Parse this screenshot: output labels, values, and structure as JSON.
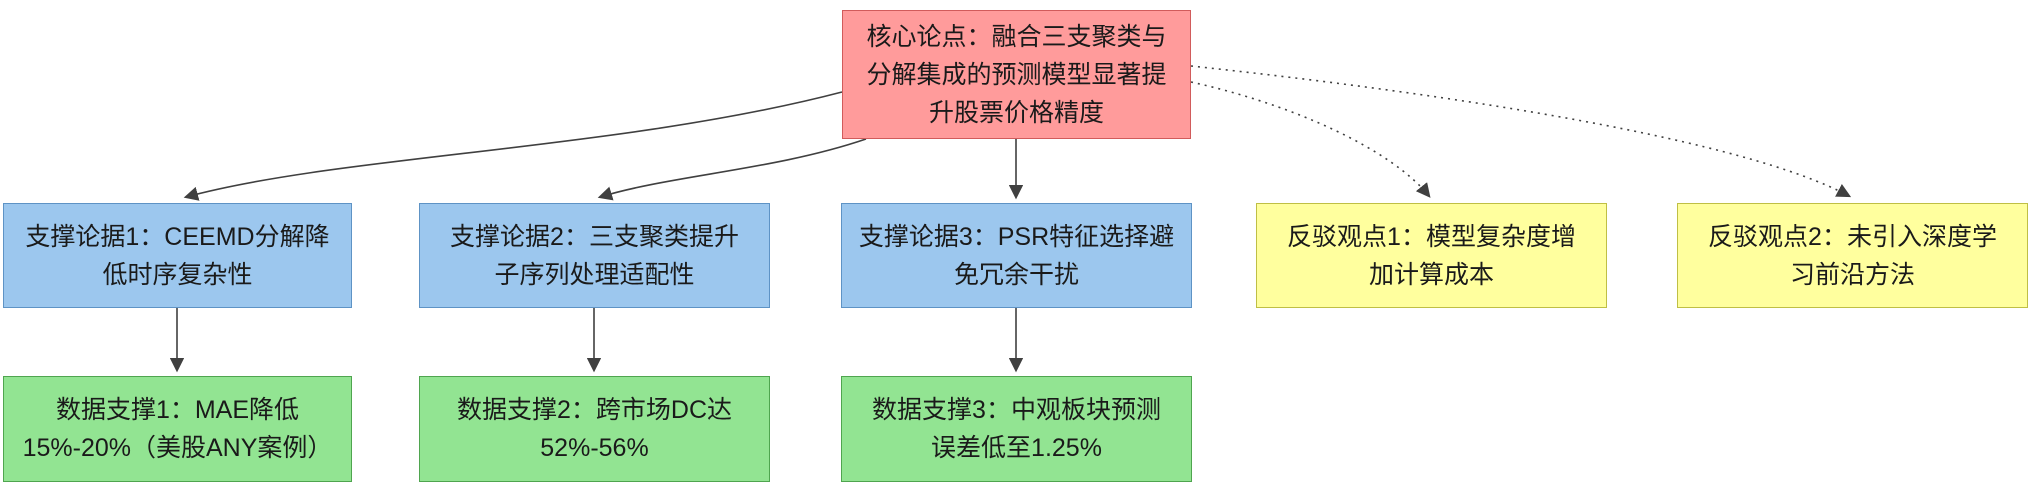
{
  "diagram": {
    "type": "argument-flowchart",
    "background": "#ffffff",
    "nodes": {
      "core": {
        "label": "核心论点：融合三支聚类与\n分解集成的预测模型显著提\n升股票价格精度",
        "fill": "#ff9b9b",
        "border": "#d15b5b"
      },
      "support1": {
        "label": "支撑论据1：CEEMD分解降\n低时序复杂性",
        "fill": "#9cc7ee",
        "border": "#5e93c5"
      },
      "support2": {
        "label": "支撑论据2：三支聚类提升\n子序列处理适配性",
        "fill": "#9cc7ee",
        "border": "#5e93c5"
      },
      "support3": {
        "label": "支撑论据3：PSR特征选择避\n免冗余干扰",
        "fill": "#9cc7ee",
        "border": "#5e93c5"
      },
      "rebuttal1": {
        "label": "反驳观点1：模型复杂度增\n加计算成本",
        "fill": "#ffff9e",
        "border": "#bfbf45"
      },
      "rebuttal2": {
        "label": "反驳观点2：未引入深度学\n习前沿方法",
        "fill": "#ffff9e",
        "border": "#bfbf45"
      },
      "data1": {
        "label": "数据支撑1：MAE降低\n15%-20%（美股ANY案例）",
        "fill": "#92e492",
        "border": "#4fa54f"
      },
      "data2": {
        "label": "数据支撑2：跨市场DC达\n52%-56%",
        "fill": "#92e492",
        "border": "#4fa54f"
      },
      "data3": {
        "label": "数据支撑3：中观板块预测\n误差低至1.25%",
        "fill": "#92e492",
        "border": "#4fa54f"
      }
    },
    "edges": [
      {
        "from": "core",
        "to": "support1",
        "style": "solid"
      },
      {
        "from": "core",
        "to": "support2",
        "style": "solid"
      },
      {
        "from": "core",
        "to": "support3",
        "style": "solid"
      },
      {
        "from": "core",
        "to": "rebuttal1",
        "style": "dotted"
      },
      {
        "from": "core",
        "to": "rebuttal2",
        "style": "dotted"
      },
      {
        "from": "support1",
        "to": "data1",
        "style": "solid"
      },
      {
        "from": "support2",
        "to": "data2",
        "style": "solid"
      },
      {
        "from": "support3",
        "to": "data3",
        "style": "solid"
      }
    ],
    "colors": {
      "arrow": "#404040",
      "core_fill": "#ff9b9b",
      "support_fill": "#9cc7ee",
      "rebuttal_fill": "#ffff9e",
      "data_fill": "#92e492"
    }
  }
}
